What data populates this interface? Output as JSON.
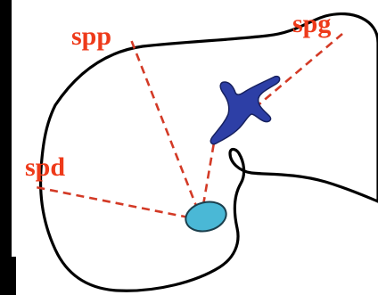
{
  "diagram": {
    "labels": {
      "spp": "spp",
      "spg": "spg",
      "spd": "spd"
    },
    "colors": {
      "outline": "#000000",
      "dashed_line": "#d33a26",
      "label_text": "#ee3a1a",
      "vessel": "#2d3fa6",
      "vessel_stroke": "#16205f",
      "gallbladder": "#4ab8d6",
      "gallbladder_stroke": "#1b3f4d",
      "left_edge_band": "#000000"
    }
  }
}
